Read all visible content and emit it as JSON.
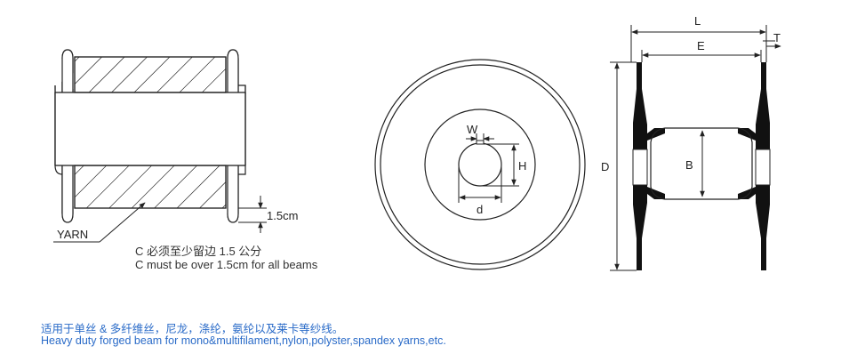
{
  "labels": {
    "yarn": "YARN",
    "margin": "1.5cm",
    "w": "W",
    "h": "H",
    "d_small": "d",
    "l": "L",
    "e": "E",
    "t": "T",
    "d_big": "D",
    "b": "B"
  },
  "note": {
    "zh": "C 必须至少留边 1.5 公分",
    "en": "C must be over 1.5cm for all beams"
  },
  "footer": {
    "zh": "适用于单丝 & 多纤维丝，尼龙，涤纶，氨纶以及莱卡等纱线。",
    "en": "Heavy duty forged beam for mono&multifilament,nylon,polyster,spandex yarns,etc."
  },
  "colors": {
    "line": "#222222",
    "fill": "#111111",
    "footer_text": "#2a6bc8"
  }
}
